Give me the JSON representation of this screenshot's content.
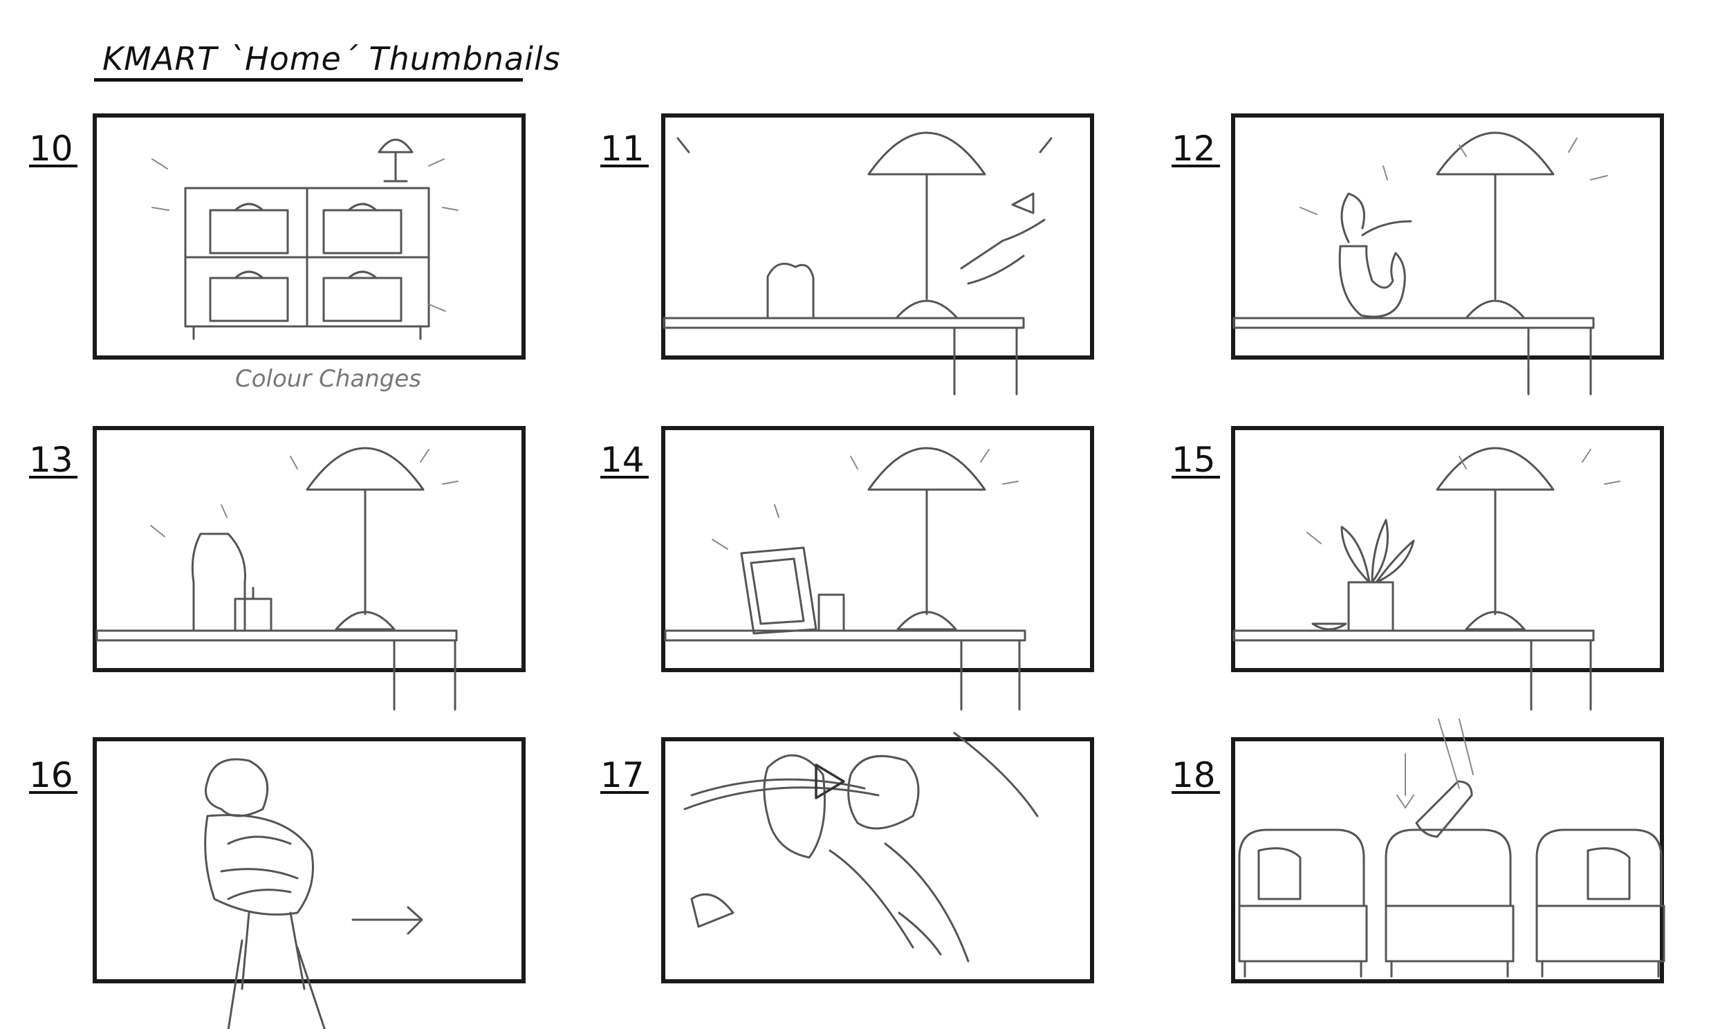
{
  "sheet": {
    "title": "KMART `Home´ Thumbnails",
    "note": "Colour Changes"
  },
  "panels": [
    {
      "number": "10"
    },
    {
      "number": "11"
    },
    {
      "number": "12"
    },
    {
      "number": "13"
    },
    {
      "number": "14"
    },
    {
      "number": "15"
    },
    {
      "number": "16"
    },
    {
      "number": "17"
    },
    {
      "number": "18"
    }
  ],
  "colors": {
    "line": "#1a1a1a",
    "sketch": "#555555",
    "note": "#777777"
  }
}
